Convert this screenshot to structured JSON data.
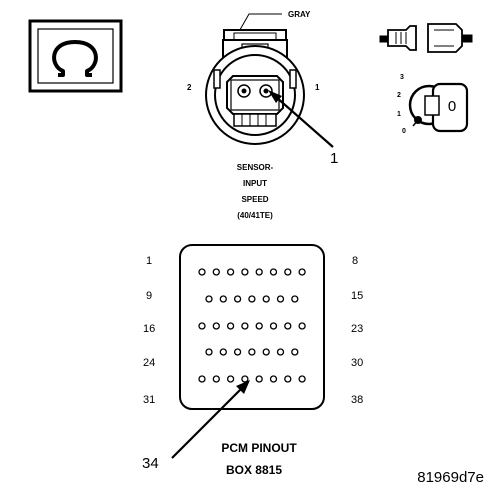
{
  "diagram": {
    "title": "",
    "connector_label": "GRAY",
    "sensor_caption": [
      "SENSOR-",
      "INPUT",
      "SPEED",
      "(40/41TE)"
    ],
    "sensor_pins": {
      "left": "2",
      "right": "1"
    },
    "callout_sensor": "1",
    "ignition": {
      "positions": [
        "3",
        "2",
        "1",
        "0"
      ],
      "key_text": "0"
    },
    "pcm": {
      "pin_rows": [
        {
          "left": "1",
          "right": "8",
          "count": 8
        },
        {
          "left": "9",
          "right": "15",
          "count": 7
        },
        {
          "left": "16",
          "right": "23",
          "count": 8
        },
        {
          "left": "24",
          "right": "30",
          "count": 7
        },
        {
          "left": "31",
          "right": "38",
          "count": 8
        }
      ],
      "callout": "34",
      "title": "PCM PINOUT",
      "subtitle": "BOX 8815"
    },
    "figure_id": "81969d7e"
  }
}
